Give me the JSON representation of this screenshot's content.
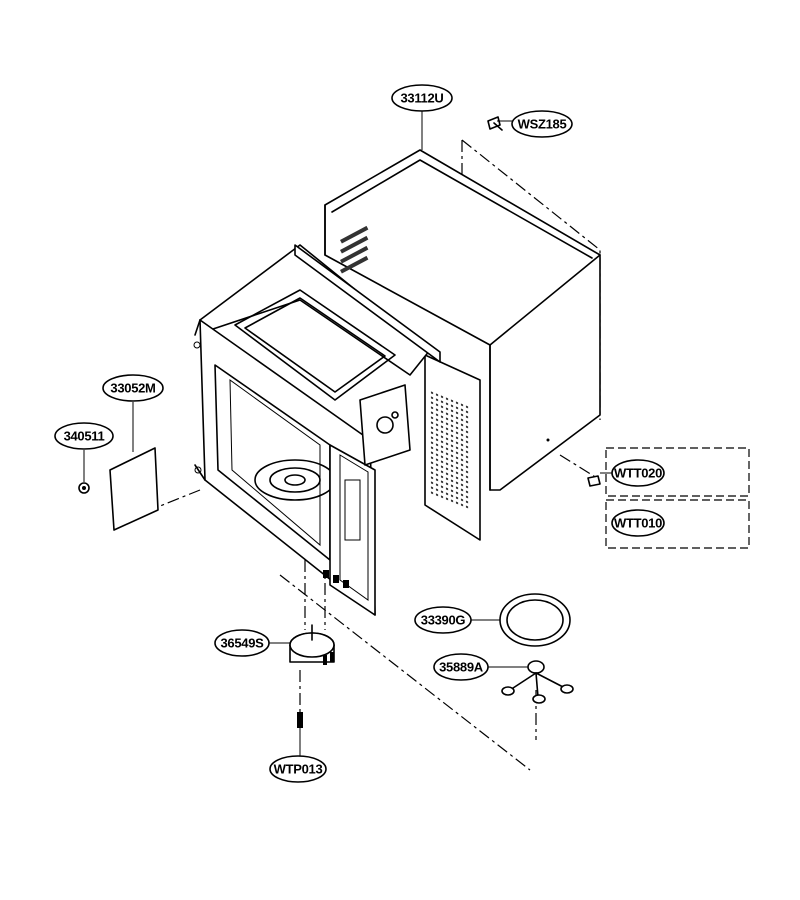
{
  "parts": {
    "outer_case": "33112U",
    "case_screw": "WSZ185",
    "screw_wtt020": "WTT020",
    "screw_wtt010": "WTT010",
    "waveguide_cover": "33052M",
    "cover_screw": "340511",
    "turntable_motor": "36549S",
    "motor_screw": "WTP013",
    "glass_tray": "33390G",
    "roller_guide": "35889A"
  }
}
